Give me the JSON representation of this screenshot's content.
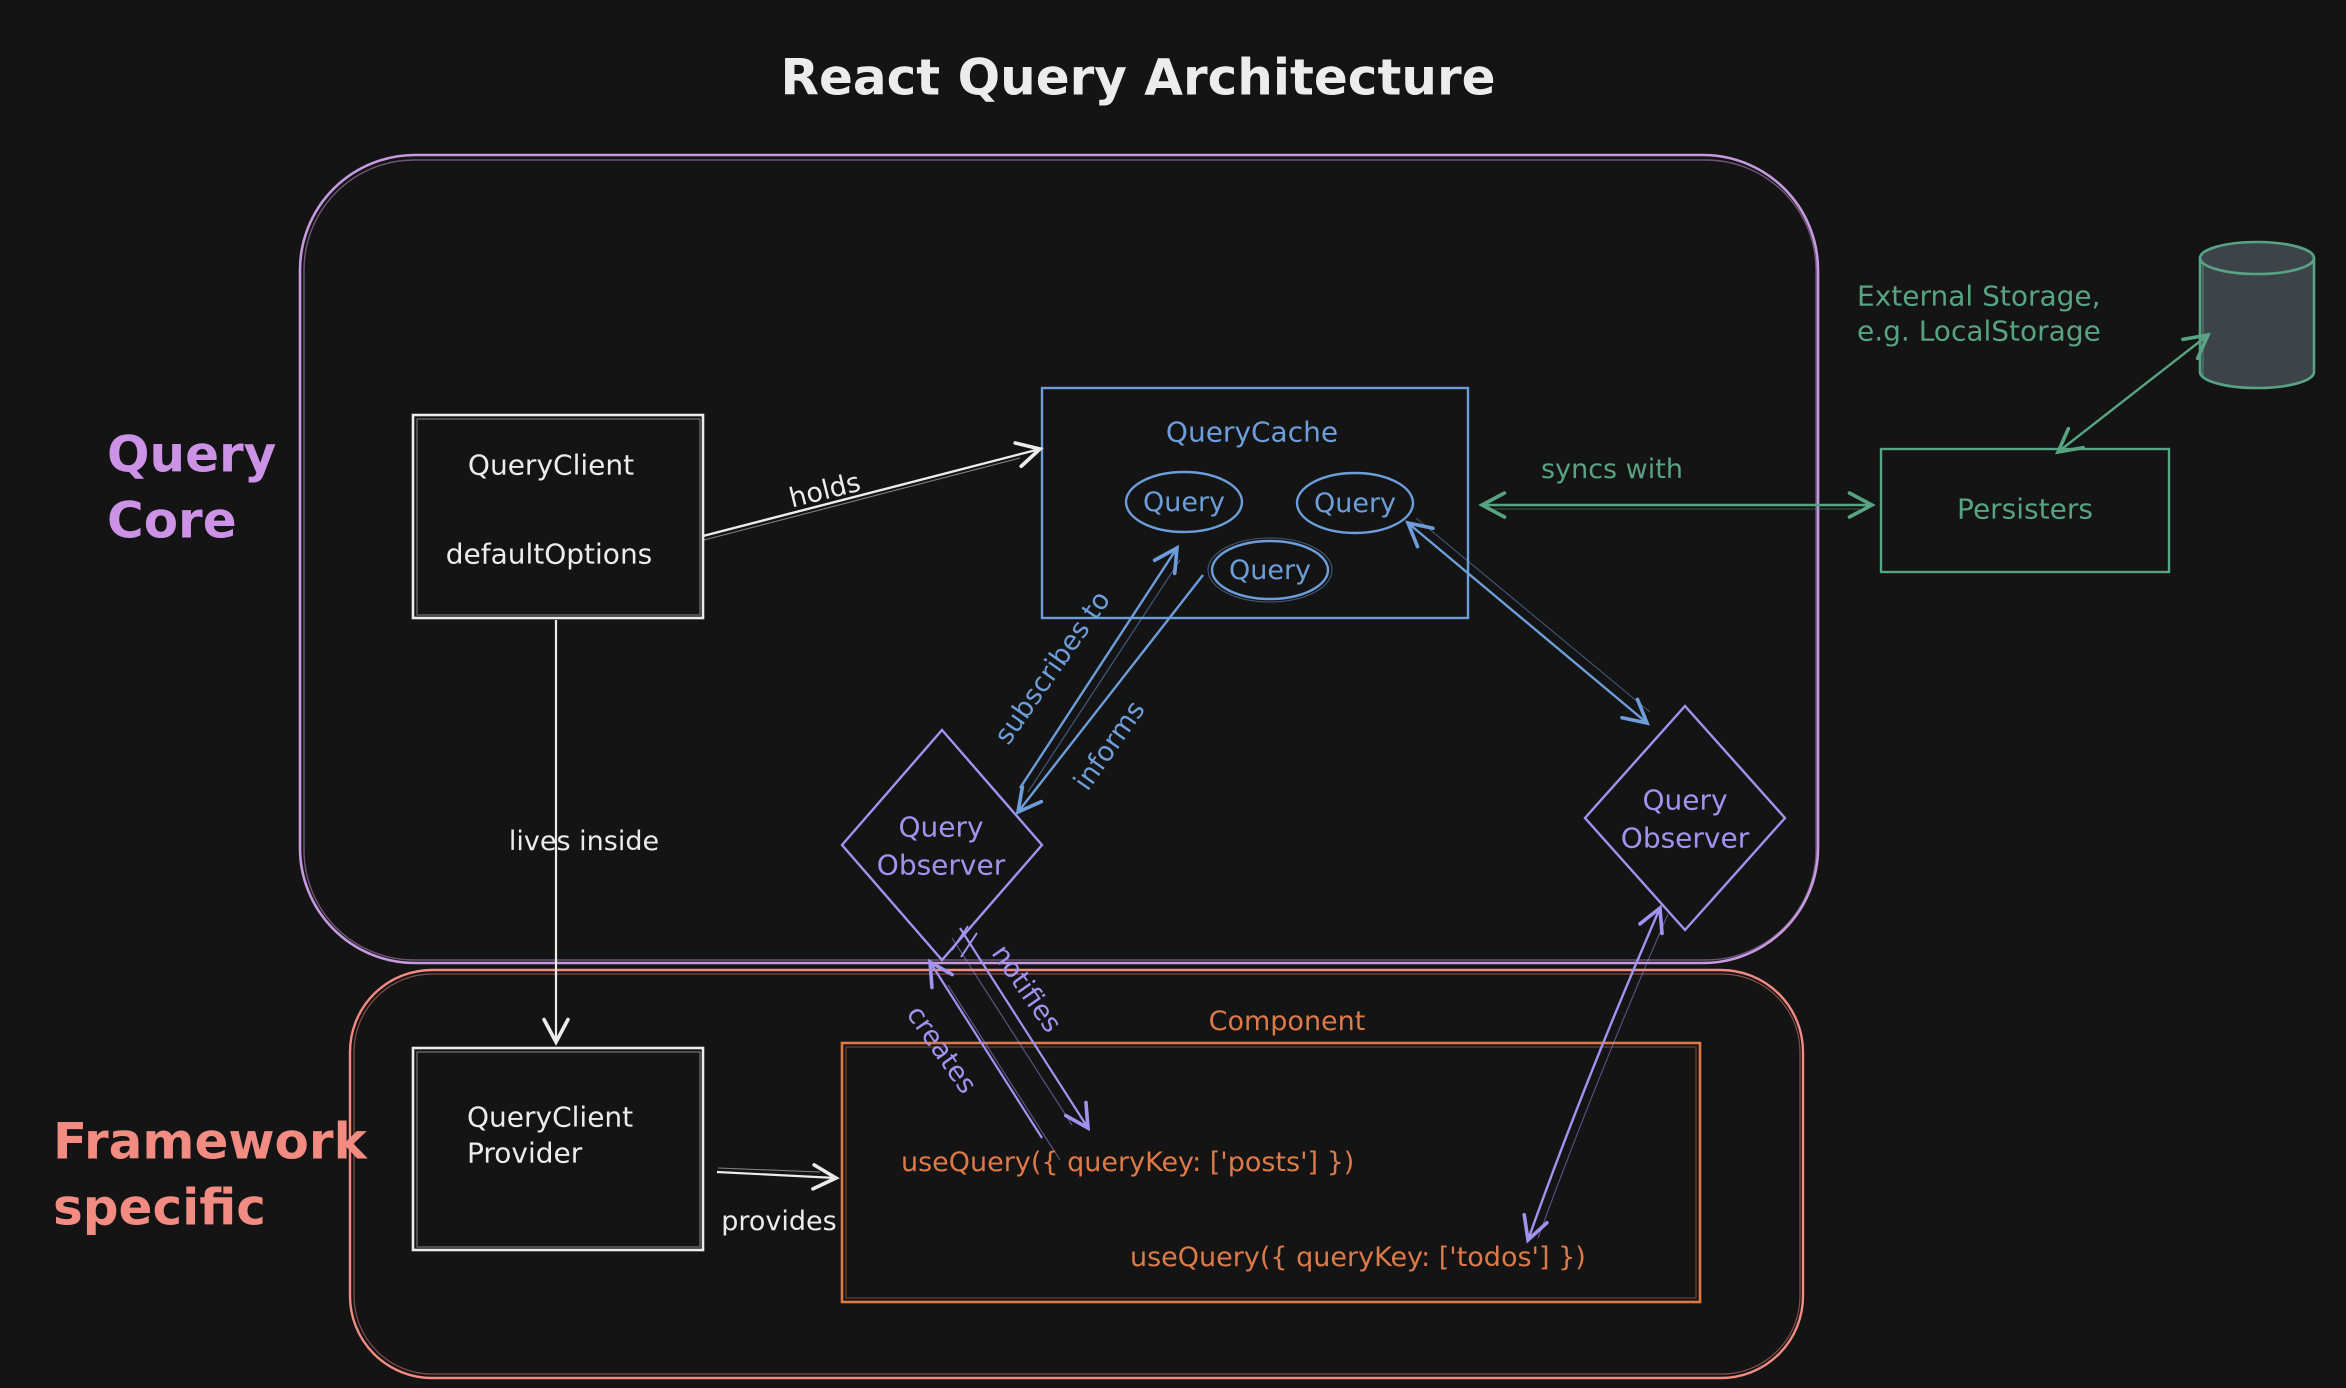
{
  "title": "React Query Architecture",
  "colors": {
    "background": "#141414",
    "white": "#ececec",
    "purple": "#cb92e6",
    "violet": "#a193f0",
    "blue": "#6d9eda",
    "green": "#58a383",
    "salmon": "#f28b82",
    "orange": "#dd7a48",
    "cylinder_fill": "#3d4449"
  },
  "sections": {
    "query_core": {
      "label_line1": "Query",
      "label_line2": "Core"
    },
    "framework": {
      "label_line1": "Framework",
      "label_line2": "specific"
    }
  },
  "nodes": {
    "query_client": {
      "line1": "QueryClient",
      "line2": "defaultOptions"
    },
    "query_cache": {
      "title": "QueryCache",
      "queries": [
        "Query",
        "Query",
        "Query"
      ]
    },
    "persisters": {
      "label": "Persisters"
    },
    "external_storage": {
      "line1": "External Storage,",
      "line2": "e.g. LocalStorage"
    },
    "query_observer_left": {
      "line1": "Query",
      "line2": "Observer"
    },
    "query_observer_right": {
      "line1": "Query",
      "line2": "Observer"
    },
    "query_client_provider": {
      "line1": "QueryClient",
      "line2": "Provider"
    },
    "component": {
      "title": "Component",
      "hook_posts": "useQuery({ queryKey: ['posts'] })",
      "hook_todos": "useQuery({ queryKey: ['todos'] })"
    }
  },
  "edges": {
    "holds": "holds",
    "syncs_with": "syncs with",
    "subscribes_to": "subscribes to",
    "informs": "informs",
    "lives_inside": "lives inside",
    "creates": "creates",
    "notifies": "notifies",
    "provides": "provides"
  },
  "icons": {
    "external_storage": "database-cylinder-icon"
  }
}
